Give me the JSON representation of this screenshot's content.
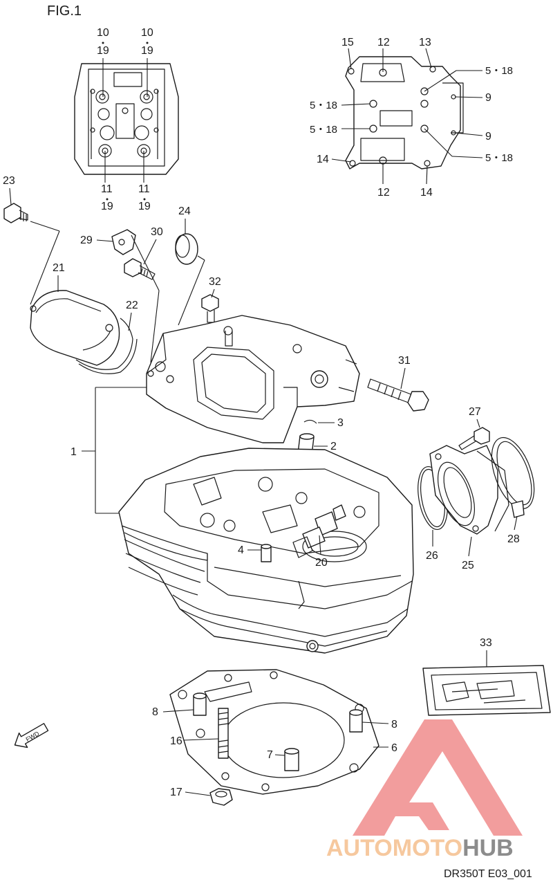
{
  "figure_title": "FIG.1",
  "diagram_code": "DR350T E03_001",
  "fwd_label": "FWD",
  "watermark": {
    "text_a": "AUTOMOTO",
    "text_b": "HUB",
    "color_a": "#f6c89e",
    "color_b": "#8c8c8c",
    "triangle_color": "#f08c8c"
  },
  "labels": {
    "top_10_left": "10",
    "top_19_left": "19",
    "top_10_right": "10",
    "top_19_right": "19",
    "bot_11_left": "11",
    "bot_19_left": "19",
    "bot_11_right": "11",
    "bot_19_right": "19",
    "gasket_15": "15",
    "gasket_12_top": "12",
    "gasket_13": "13",
    "gasket_518_a": "5・18",
    "gasket_518_b": "5・18",
    "gasket_518_c": "5・18",
    "gasket_518_d": "5・18",
    "gasket_9_a": "9",
    "gasket_9_b": "9",
    "gasket_14_left": "14",
    "gasket_12_bottom": "12",
    "gasket_14_right": "14",
    "p23": "23",
    "p29": "29",
    "p30": "30",
    "p24": "24",
    "p21": "21",
    "p22": "22",
    "p32": "32",
    "p31": "31",
    "p3": "3",
    "p2": "2",
    "p1": "1",
    "p4": "4",
    "p20": "20",
    "p27": "27",
    "p26": "26",
    "p25": "25",
    "p28": "28",
    "p33": "33",
    "p8_left": "8",
    "p8_right": "8",
    "p16": "16",
    "p7": "7",
    "p6": "6",
    "p17": "17"
  }
}
